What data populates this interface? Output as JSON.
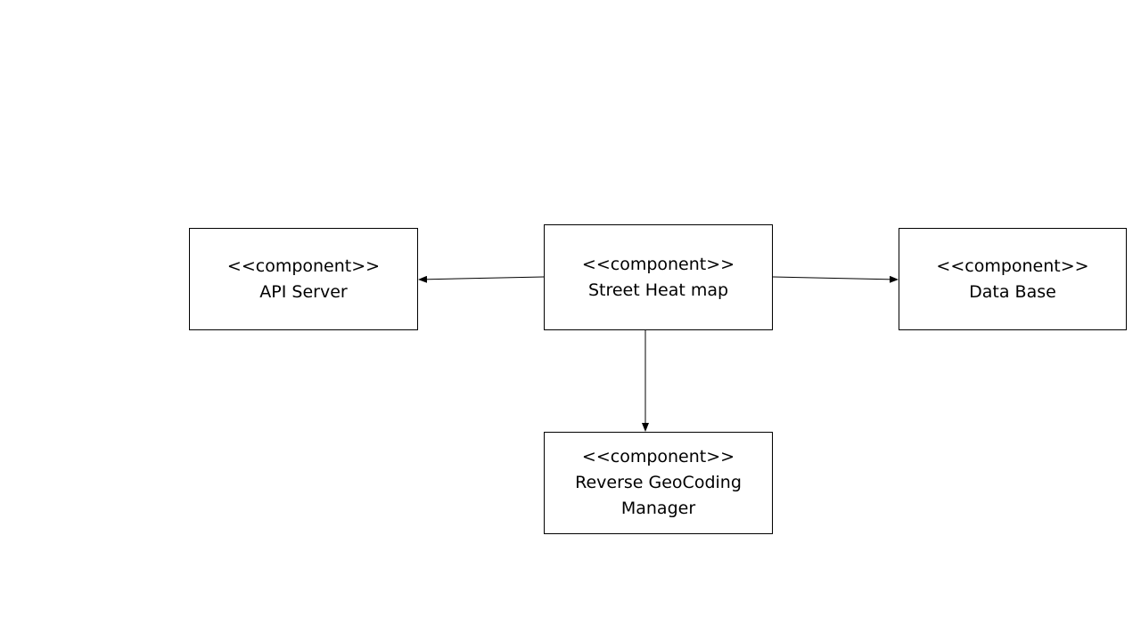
{
  "components": {
    "api_server": {
      "stereotype": "<<component>>",
      "name": "API Server"
    },
    "street_heat_map": {
      "stereotype": "<<component>>",
      "name": "Street Heat map"
    },
    "data_base": {
      "stereotype": "<<component>>",
      "name": "Data Base"
    },
    "reverse_geocoding_manager": {
      "stereotype": "<<component>>",
      "name_line1": "Reverse GeoCoding",
      "name_line2": "Manager"
    }
  },
  "connections": [
    {
      "from": "Street Heat map",
      "to": "API Server"
    },
    {
      "from": "Street Heat map",
      "to": "Data Base"
    },
    {
      "from": "Street Heat map",
      "to": "Reverse GeoCoding Manager"
    }
  ],
  "colors": {
    "line": "#000000",
    "background": "#ffffff"
  }
}
